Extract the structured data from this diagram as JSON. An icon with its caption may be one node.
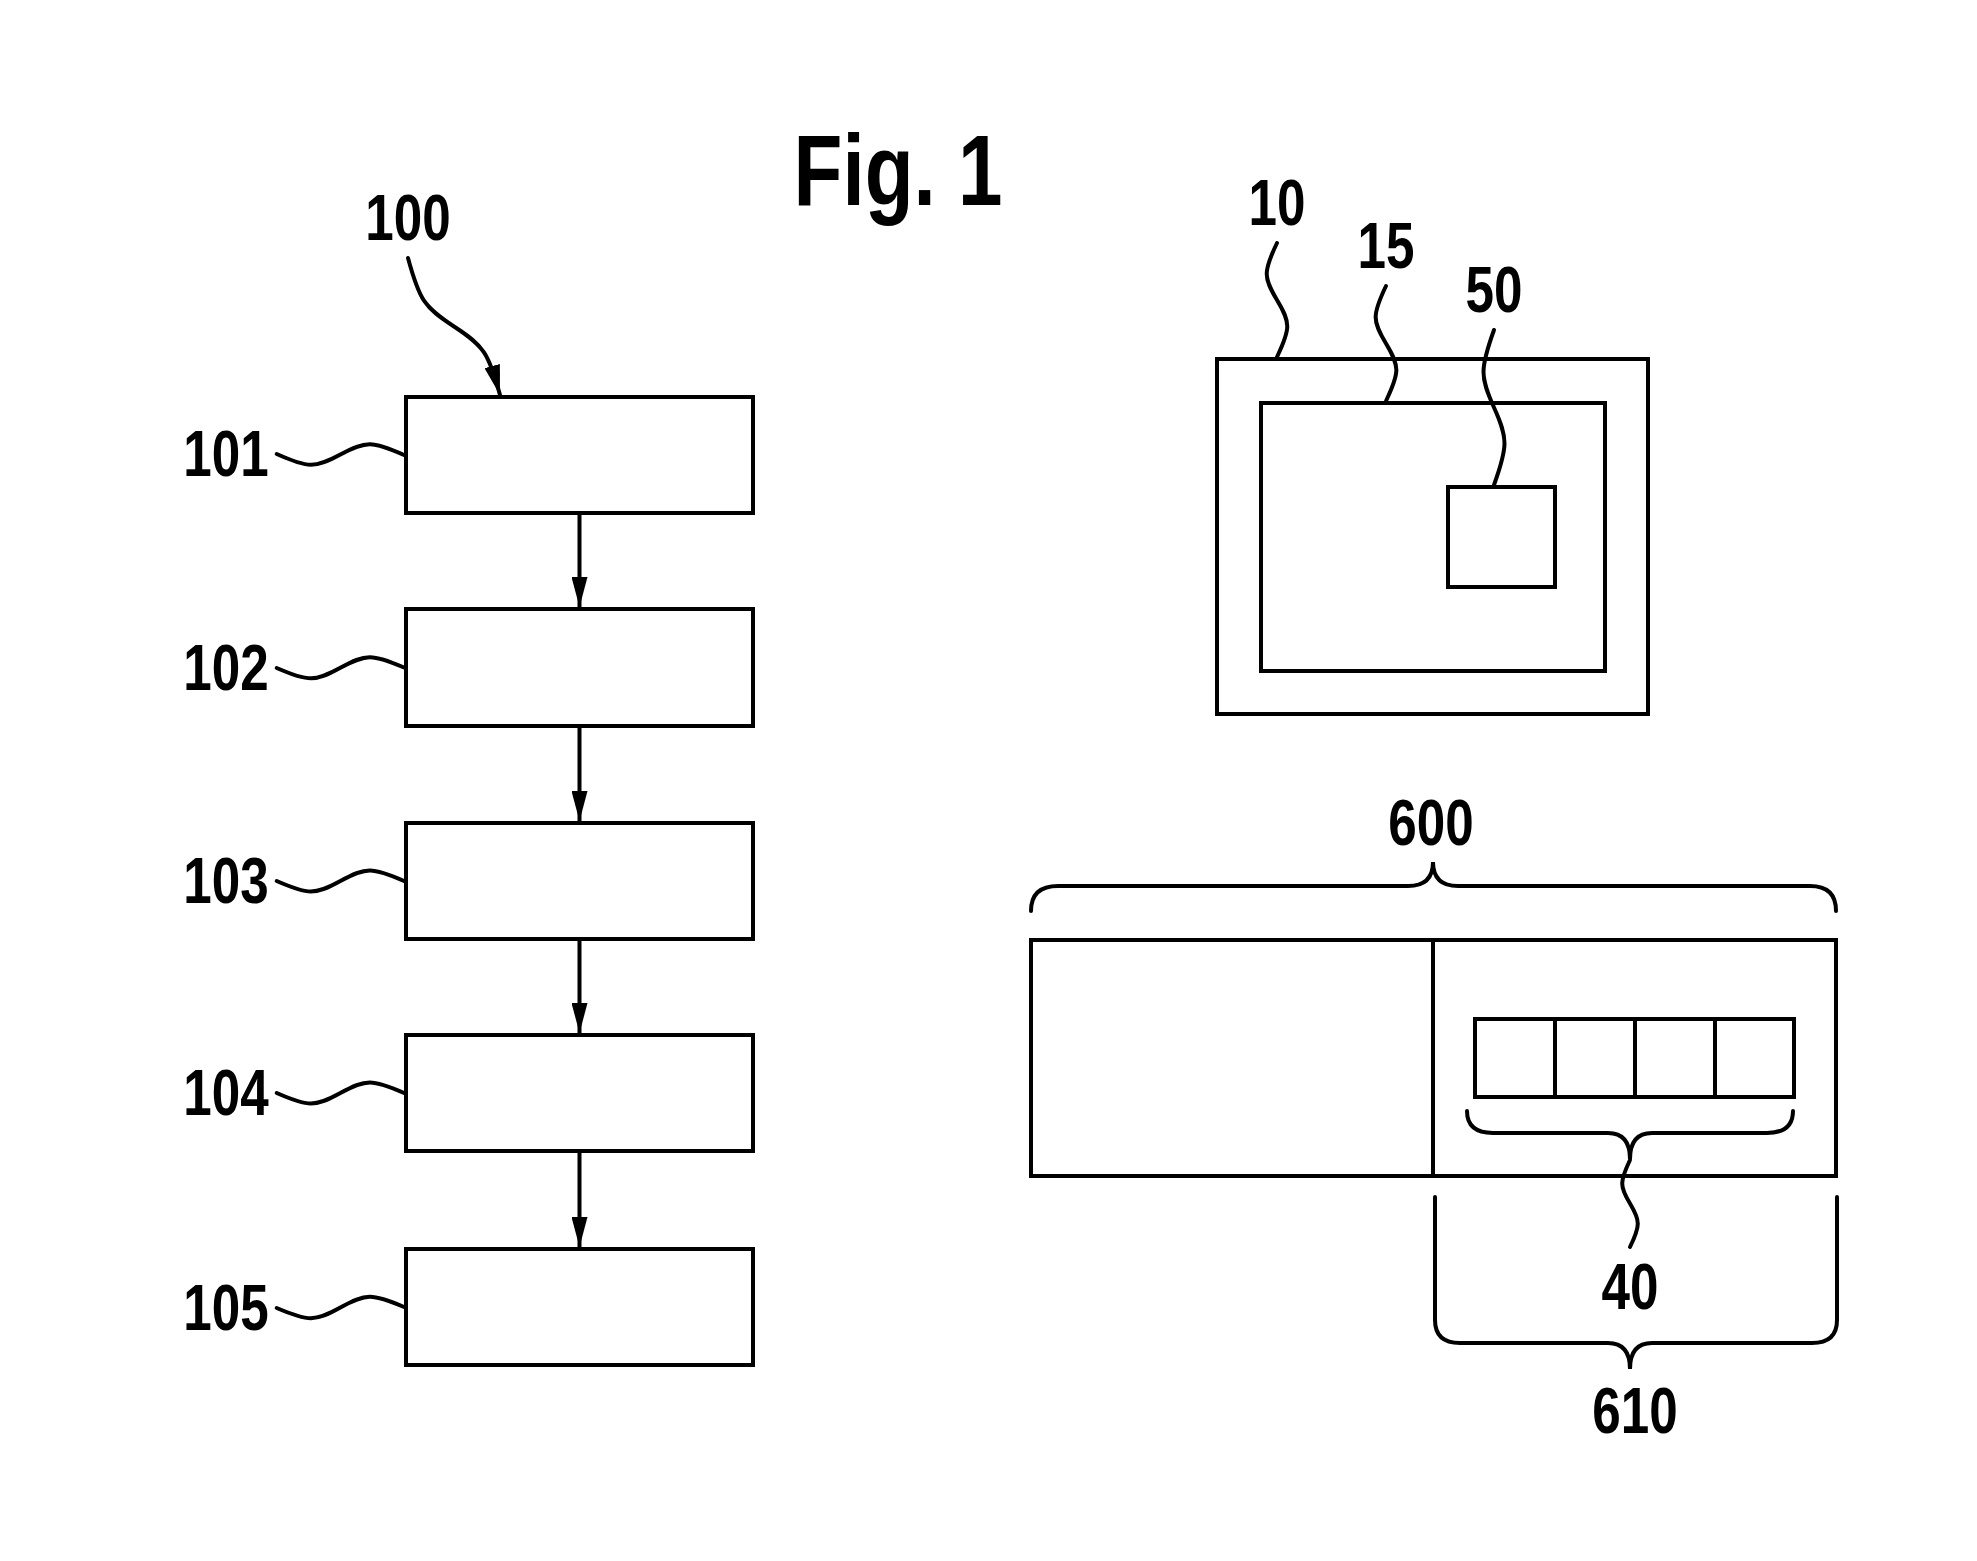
{
  "diagram": {
    "title": "Fig. 1",
    "nodes": [
      {
        "text": [
          "100"
        ]
      },
      {
        "text": [
          "101"
        ]
      },
      {
        "text": [],
        "shape": "box"
      },
      {
        "text": [
          "102"
        ]
      },
      {
        "text": [],
        "shape": "box"
      },
      {
        "text": [
          "103"
        ]
      },
      {
        "text": [],
        "shape": "box"
      },
      {
        "text": [
          "104"
        ]
      },
      {
        "text": [],
        "shape": "box"
      },
      {
        "text": [
          "105"
        ]
      },
      {
        "text": [],
        "shape": "box"
      },
      {
        "text": [
          "10"
        ]
      },
      {
        "text": [
          "15"
        ]
      },
      {
        "text": [
          "50"
        ]
      },
      {
        "text": [],
        "shape": "box"
      },
      {
        "text": [],
        "shape": "box",
        "in": 14
      },
      {
        "text": [],
        "shape": "box",
        "in": 15
      },
      {
        "text": [],
        "shape": "box"
      },
      {
        "text": [],
        "shape": "box"
      },
      {
        "text": [],
        "shape": "box",
        "in": 18
      },
      {
        "text": [],
        "shape": "box",
        "in": 18
      },
      {
        "text": [],
        "shape": "box",
        "in": 18
      },
      {
        "text": [],
        "shape": "box",
        "in": 18
      },
      {
        "text": [],
        "shape": "brace",
        "in": 18
      },
      {
        "text": [
          "40"
        ]
      }
    ],
    "edges": [
      {
        "from": 0,
        "to": 2,
        "arrow": "to"
      },
      {
        "from": 1,
        "to": 2,
        "arrow": "none"
      },
      {
        "from": 2,
        "to": 4,
        "arrow": "to"
      },
      {
        "from": 3,
        "to": 4,
        "arrow": "none"
      },
      {
        "from": 4,
        "to": 6,
        "arrow": "to"
      },
      {
        "from": 5,
        "to": 6,
        "arrow": "none"
      },
      {
        "from": 6,
        "to": 8,
        "arrow": "to"
      },
      {
        "from": 7,
        "to": 8,
        "arrow": "none"
      },
      {
        "from": 8,
        "to": 10,
        "arrow": "to"
      },
      {
        "from": 9,
        "to": 10,
        "arrow": "none"
      },
      {
        "from": 11,
        "to": 14,
        "arrow": "none"
      },
      {
        "from": 12,
        "to": 15,
        "arrow": "none"
      },
      {
        "from": 13,
        "to": 16,
        "arrow": "none"
      },
      {
        "from": 24,
        "to": 23,
        "arrow": "none"
      }
    ],
    "labels": [
      "600",
      "610"
    ]
  }
}
